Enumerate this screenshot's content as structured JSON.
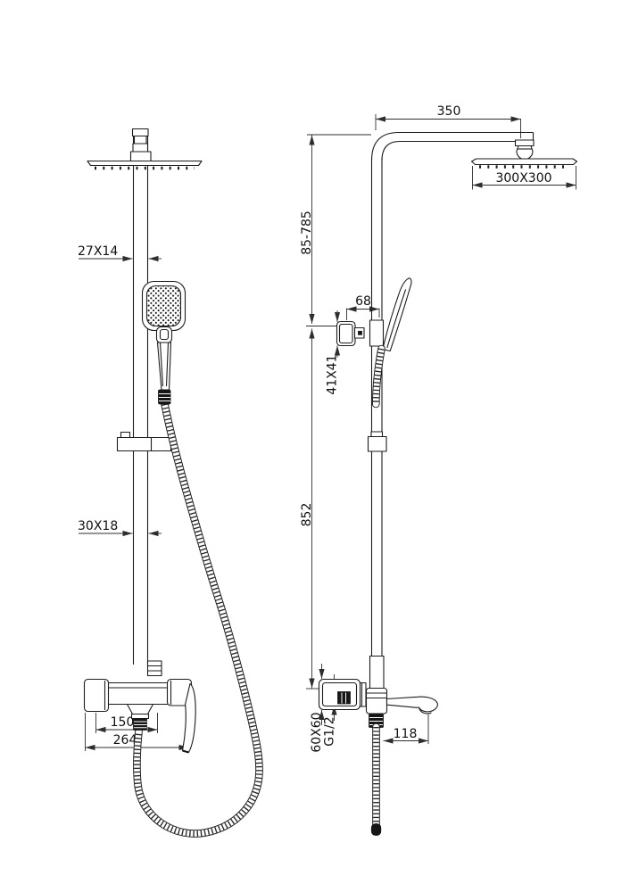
{
  "drawing": {
    "type": "technical-drawing",
    "subject": "shower column with rain head, hand shower and tub spout - front and side installation views",
    "labels": {
      "arm_reach": "350",
      "head_size": "300X300",
      "height_range": "85-785",
      "upper_pipe": "27X14",
      "holder_offset": "68",
      "holder_size": "41X41",
      "column_length": "852",
      "lower_pipe": "30X18",
      "valve_plate": "60X60",
      "thread": "G1/2",
      "spout_reach": "118",
      "hole_spacing": "150",
      "body_width": "264"
    },
    "colors": {
      "line": "#1c1c1c",
      "background": "#ffffff",
      "fill_dark": "#161616"
    }
  }
}
